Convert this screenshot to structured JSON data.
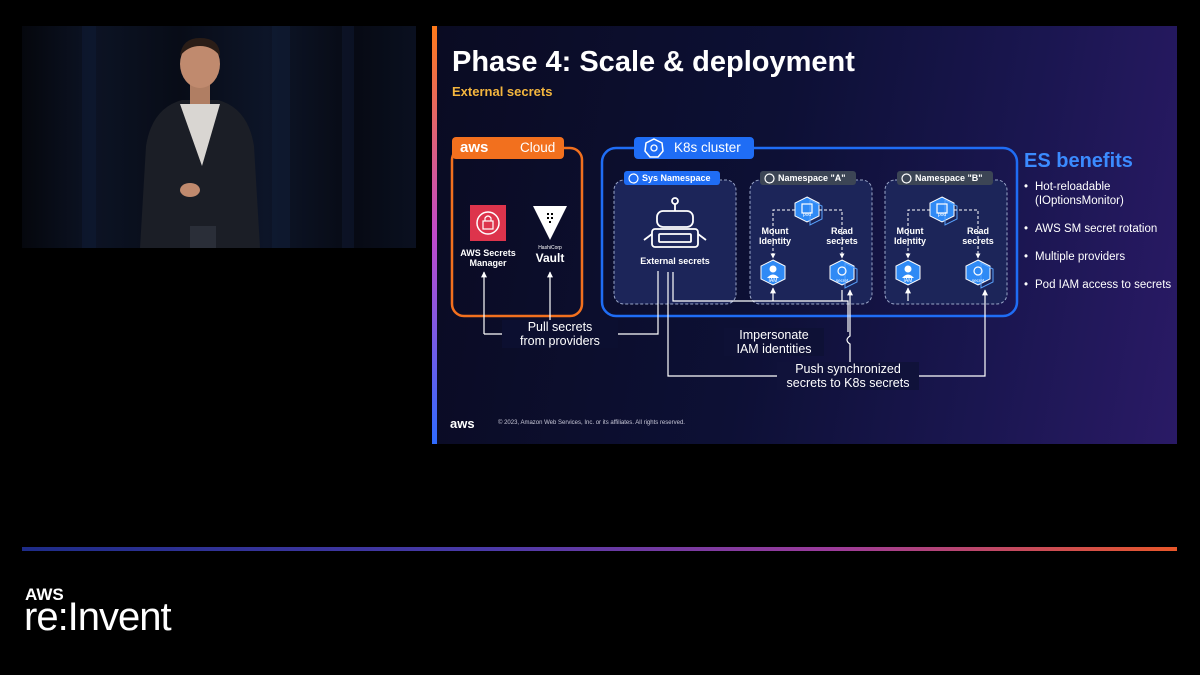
{
  "slide": {
    "title": "Phase 4: Scale & deployment",
    "subtitle": "External secrets",
    "cloud_box": {
      "aws_label": "aws",
      "label": "Cloud"
    },
    "providers": [
      {
        "name": "AWS Secrets Manager",
        "line1": "AWS Secrets",
        "line2": "Manager",
        "icon": "aws-secrets-manager-icon"
      },
      {
        "name": "HashiCorp Vault",
        "brand": "HashiCorp",
        "product": "Vault",
        "icon": "vault-icon"
      }
    ],
    "cluster": {
      "label": "K8s cluster",
      "namespaces": [
        {
          "label": "Sys Namespace",
          "highlighted": true
        },
        {
          "label": "Namespace \"A\"",
          "highlighted": false
        },
        {
          "label": "Namespace \"B\"",
          "highlighted": false
        }
      ],
      "external_secrets_label": "External secrets",
      "pod_label": "pod",
      "iam_label": "IAM",
      "secret_label": "secret",
      "mount_identity": [
        "Mount",
        "Identity"
      ],
      "read_secrets": [
        "Read",
        "secrets"
      ]
    },
    "flow_labels": {
      "pull": [
        "Pull secrets",
        "from providers"
      ],
      "impersonate": [
        "Impersonate",
        "IAM identities"
      ],
      "push": [
        "Push synchronized",
        "secrets to K8s secrets"
      ]
    },
    "benefits": {
      "title": "ES benefits",
      "items": [
        "Hot-reloadable (IOptionsMonitor)",
        "AWS SM secret rotation",
        "Multiple providers",
        "Pod IAM access to secrets"
      ]
    },
    "footer": {
      "logo": "aws",
      "copyright": "© 2023, Amazon Web Services, Inc. or its affiliates. All rights reserved."
    }
  },
  "branding": {
    "aws": "AWS",
    "event": "re:Invent"
  },
  "colors": {
    "orange": "#f2701e",
    "blue": "#1f6df5",
    "benefits_title": "#3b8bff",
    "subtitle": "#f4b63e"
  }
}
